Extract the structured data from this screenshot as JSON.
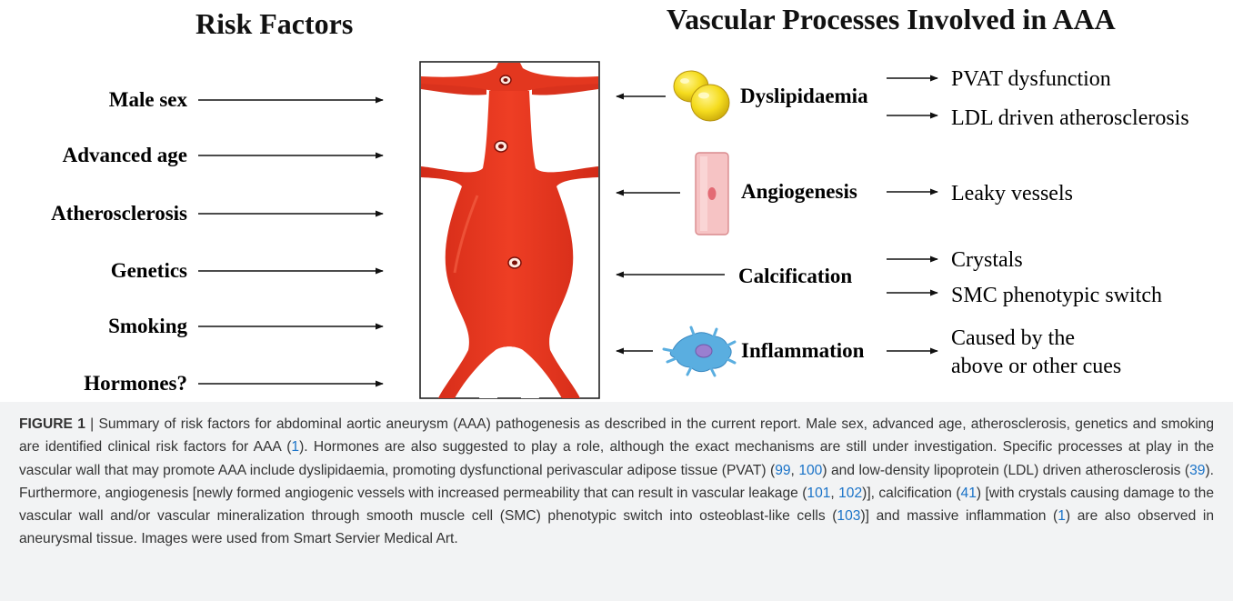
{
  "headings": {
    "risk_factors": "Risk Factors",
    "processes": "Vascular Processes Involved in AAA"
  },
  "risk_factors": [
    "Male sex",
    "Advanced age",
    "Atherosclerosis",
    "Genetics",
    "Smoking",
    "Hormones?"
  ],
  "processes": [
    {
      "label": "Dyslipidaemia",
      "icon": "lipid-droplets-icon",
      "effects": [
        "PVAT dysfunction",
        "LDL driven atherosclerosis"
      ]
    },
    {
      "label": "Angiogenesis",
      "icon": "endothelial-cell-icon",
      "effects": [
        "Leaky vessels"
      ]
    },
    {
      "label": "Calcification",
      "icon": "",
      "effects": [
        "Crystals",
        "SMC phenotypic switch"
      ]
    },
    {
      "label": "Inflammation",
      "icon": "immune-cell-icon",
      "effects": [
        "Caused by the",
        "above or other cues"
      ]
    }
  ],
  "colors": {
    "aorta": "#e8341f",
    "aorta_dark": "#c8261a",
    "lipid": "#f5dc1e",
    "cell_pink": "#f4b5b7",
    "immune_blue": "#5aaee0",
    "caption_bg": "#f2f3f4",
    "link": "#1a73c8"
  },
  "caption": {
    "figure_label": "FIGURE 1",
    "sep": " | ",
    "t1": "Summary of risk factors for abdominal aortic aneurysm (AAA) pathogenesis as described in the current report. Male sex, advanced age, atherosclerosis, genetics and smoking are identified clinical risk factors for AAA (",
    "r1": "1",
    "t2": "). Hormones are also suggested to play a role, although the exact mechanisms are still under investigation. Specific processes at play in the vascular wall that may promote AAA include dyslipidaemia, promoting dysfunctional perivascular adipose tissue (PVAT) (",
    "r2": "99",
    "t3": ", ",
    "r3": "100",
    "t4": ") and low-density lipoprotein (LDL) driven atherosclerosis (",
    "r4": "39",
    "t5": "). Furthermore, angiogenesis [newly formed angiogenic vessels with increased permeability that can result in vascular leakage (",
    "r5": "101",
    "t6": ", ",
    "r6": "102",
    "t7": ")], calcification (",
    "r7": "41",
    "t8": ") [with crystals causing damage to the vascular wall and/or vascular mineralization through smooth muscle cell (SMC) phenotypic switch into osteoblast-like cells (",
    "r8": "103",
    "t9": ")] and massive inflammation (",
    "r9": "1",
    "t10": ") are also observed in aneurysmal tissue. Images were used from Smart Servier Medical Art."
  }
}
